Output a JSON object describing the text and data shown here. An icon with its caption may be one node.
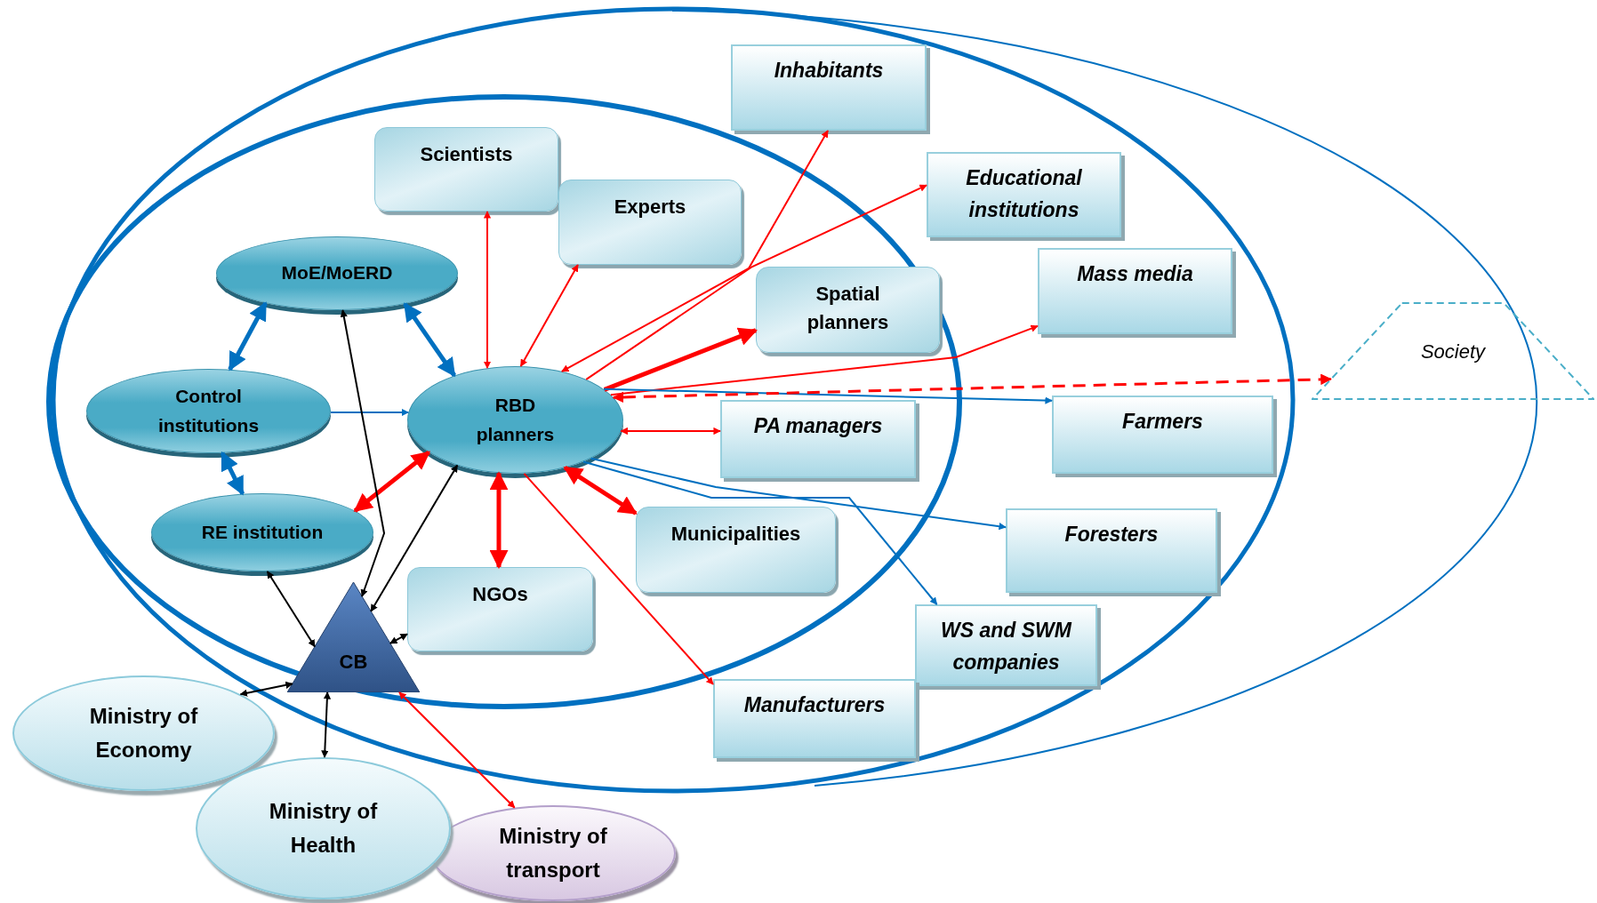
{
  "diagram": {
    "nodes": [
      {
        "text": [
          "Scientists"
        ]
      },
      {
        "text": [
          "Experts"
        ]
      },
      {
        "text": [
          "MoE/MoERD"
        ]
      },
      {
        "text": [
          "Control institutions"
        ]
      },
      {
        "text": [
          "RBD planners"
        ]
      },
      {
        "text": [
          "RE institution"
        ]
      },
      {
        "text": [
          "CB"
        ]
      },
      {
        "text": [
          "NGOs"
        ]
      },
      {
        "text": [
          "Municipalities"
        ]
      },
      {
        "text": [
          "Inhabitants"
        ]
      },
      {
        "text": [
          "Educational institutions"
        ]
      },
      {
        "text": [
          "Spatial planners"
        ]
      },
      {
        "text": [
          "Mass media"
        ]
      },
      {
        "text": [
          "PA managers"
        ]
      },
      {
        "text": [
          "Farmers"
        ]
      },
      {
        "text": [
          "Foresters"
        ]
      },
      {
        "text": [
          "WS and SWM companies"
        ]
      },
      {
        "text": [
          "Manufacturers"
        ]
      },
      {
        "text": [
          "Society"
        ]
      },
      {
        "text": [
          "Ministry of Economy"
        ]
      },
      {
        "text": [
          "Ministry of Health"
        ]
      },
      {
        "text": [
          "Ministry of transport"
        ]
      }
    ],
    "edges": [
      {
        "from": 0,
        "to": 4,
        "arrow": "both"
      },
      {
        "from": 1,
        "to": 4,
        "arrow": "both"
      },
      {
        "from": 4,
        "to": 9,
        "arrow": "both"
      },
      {
        "from": 4,
        "to": 10,
        "arrow": "to"
      },
      {
        "from": 4,
        "to": 11,
        "arrow": "to",
        "style": "thick"
      },
      {
        "from": 4,
        "to": 12,
        "arrow": "to"
      },
      {
        "from": 4,
        "to": 13,
        "arrow": "both"
      },
      {
        "from": 4,
        "to": 14,
        "arrow": "to",
        "color": "#0070c0"
      },
      {
        "from": 4,
        "to": 15,
        "arrow": "to",
        "color": "#0070c0"
      },
      {
        "from": 4,
        "to": 16,
        "arrow": "to",
        "color": "#0070c0"
      },
      {
        "from": 4,
        "to": 17,
        "arrow": "to"
      },
      {
        "from": 4,
        "to": 8,
        "arrow": "both",
        "style": "thick"
      },
      {
        "from": 4,
        "to": 7,
        "arrow": "both",
        "style": "thick"
      },
      {
        "from": 4,
        "to": 5,
        "arrow": "both",
        "style": "thick"
      },
      {
        "from": 2,
        "to": 4,
        "arrow": "both",
        "style": "thick",
        "color": "#0070c0"
      },
      {
        "from": 2,
        "to": 3,
        "arrow": "both",
        "style": "thick",
        "color": "#0070c0"
      },
      {
        "from": 3,
        "to": 4,
        "arrow": "to",
        "color": "#0070c0"
      },
      {
        "from": 3,
        "to": 5,
        "arrow": "both",
        "style": "thick",
        "color": "#0070c0"
      },
      {
        "from": 2,
        "to": 6,
        "arrow": "both",
        "color": "#000000"
      },
      {
        "from": 6,
        "to": 4,
        "arrow": "both",
        "color": "#000000"
      },
      {
        "from": 5,
        "to": 6,
        "arrow": "both",
        "color": "#000000"
      },
      {
        "from": 6,
        "to": 7,
        "arrow": "both",
        "color": "#000000"
      },
      {
        "from": 6,
        "to": 19,
        "arrow": "both",
        "color": "#000000"
      },
      {
        "from": 6,
        "to": 20,
        "arrow": "both",
        "color": "#000000"
      },
      {
        "from": 6,
        "to": 21,
        "arrow": "both"
      },
      {
        "from": 18,
        "to": 4,
        "arrow": "both",
        "style": "dashed"
      }
    ]
  }
}
